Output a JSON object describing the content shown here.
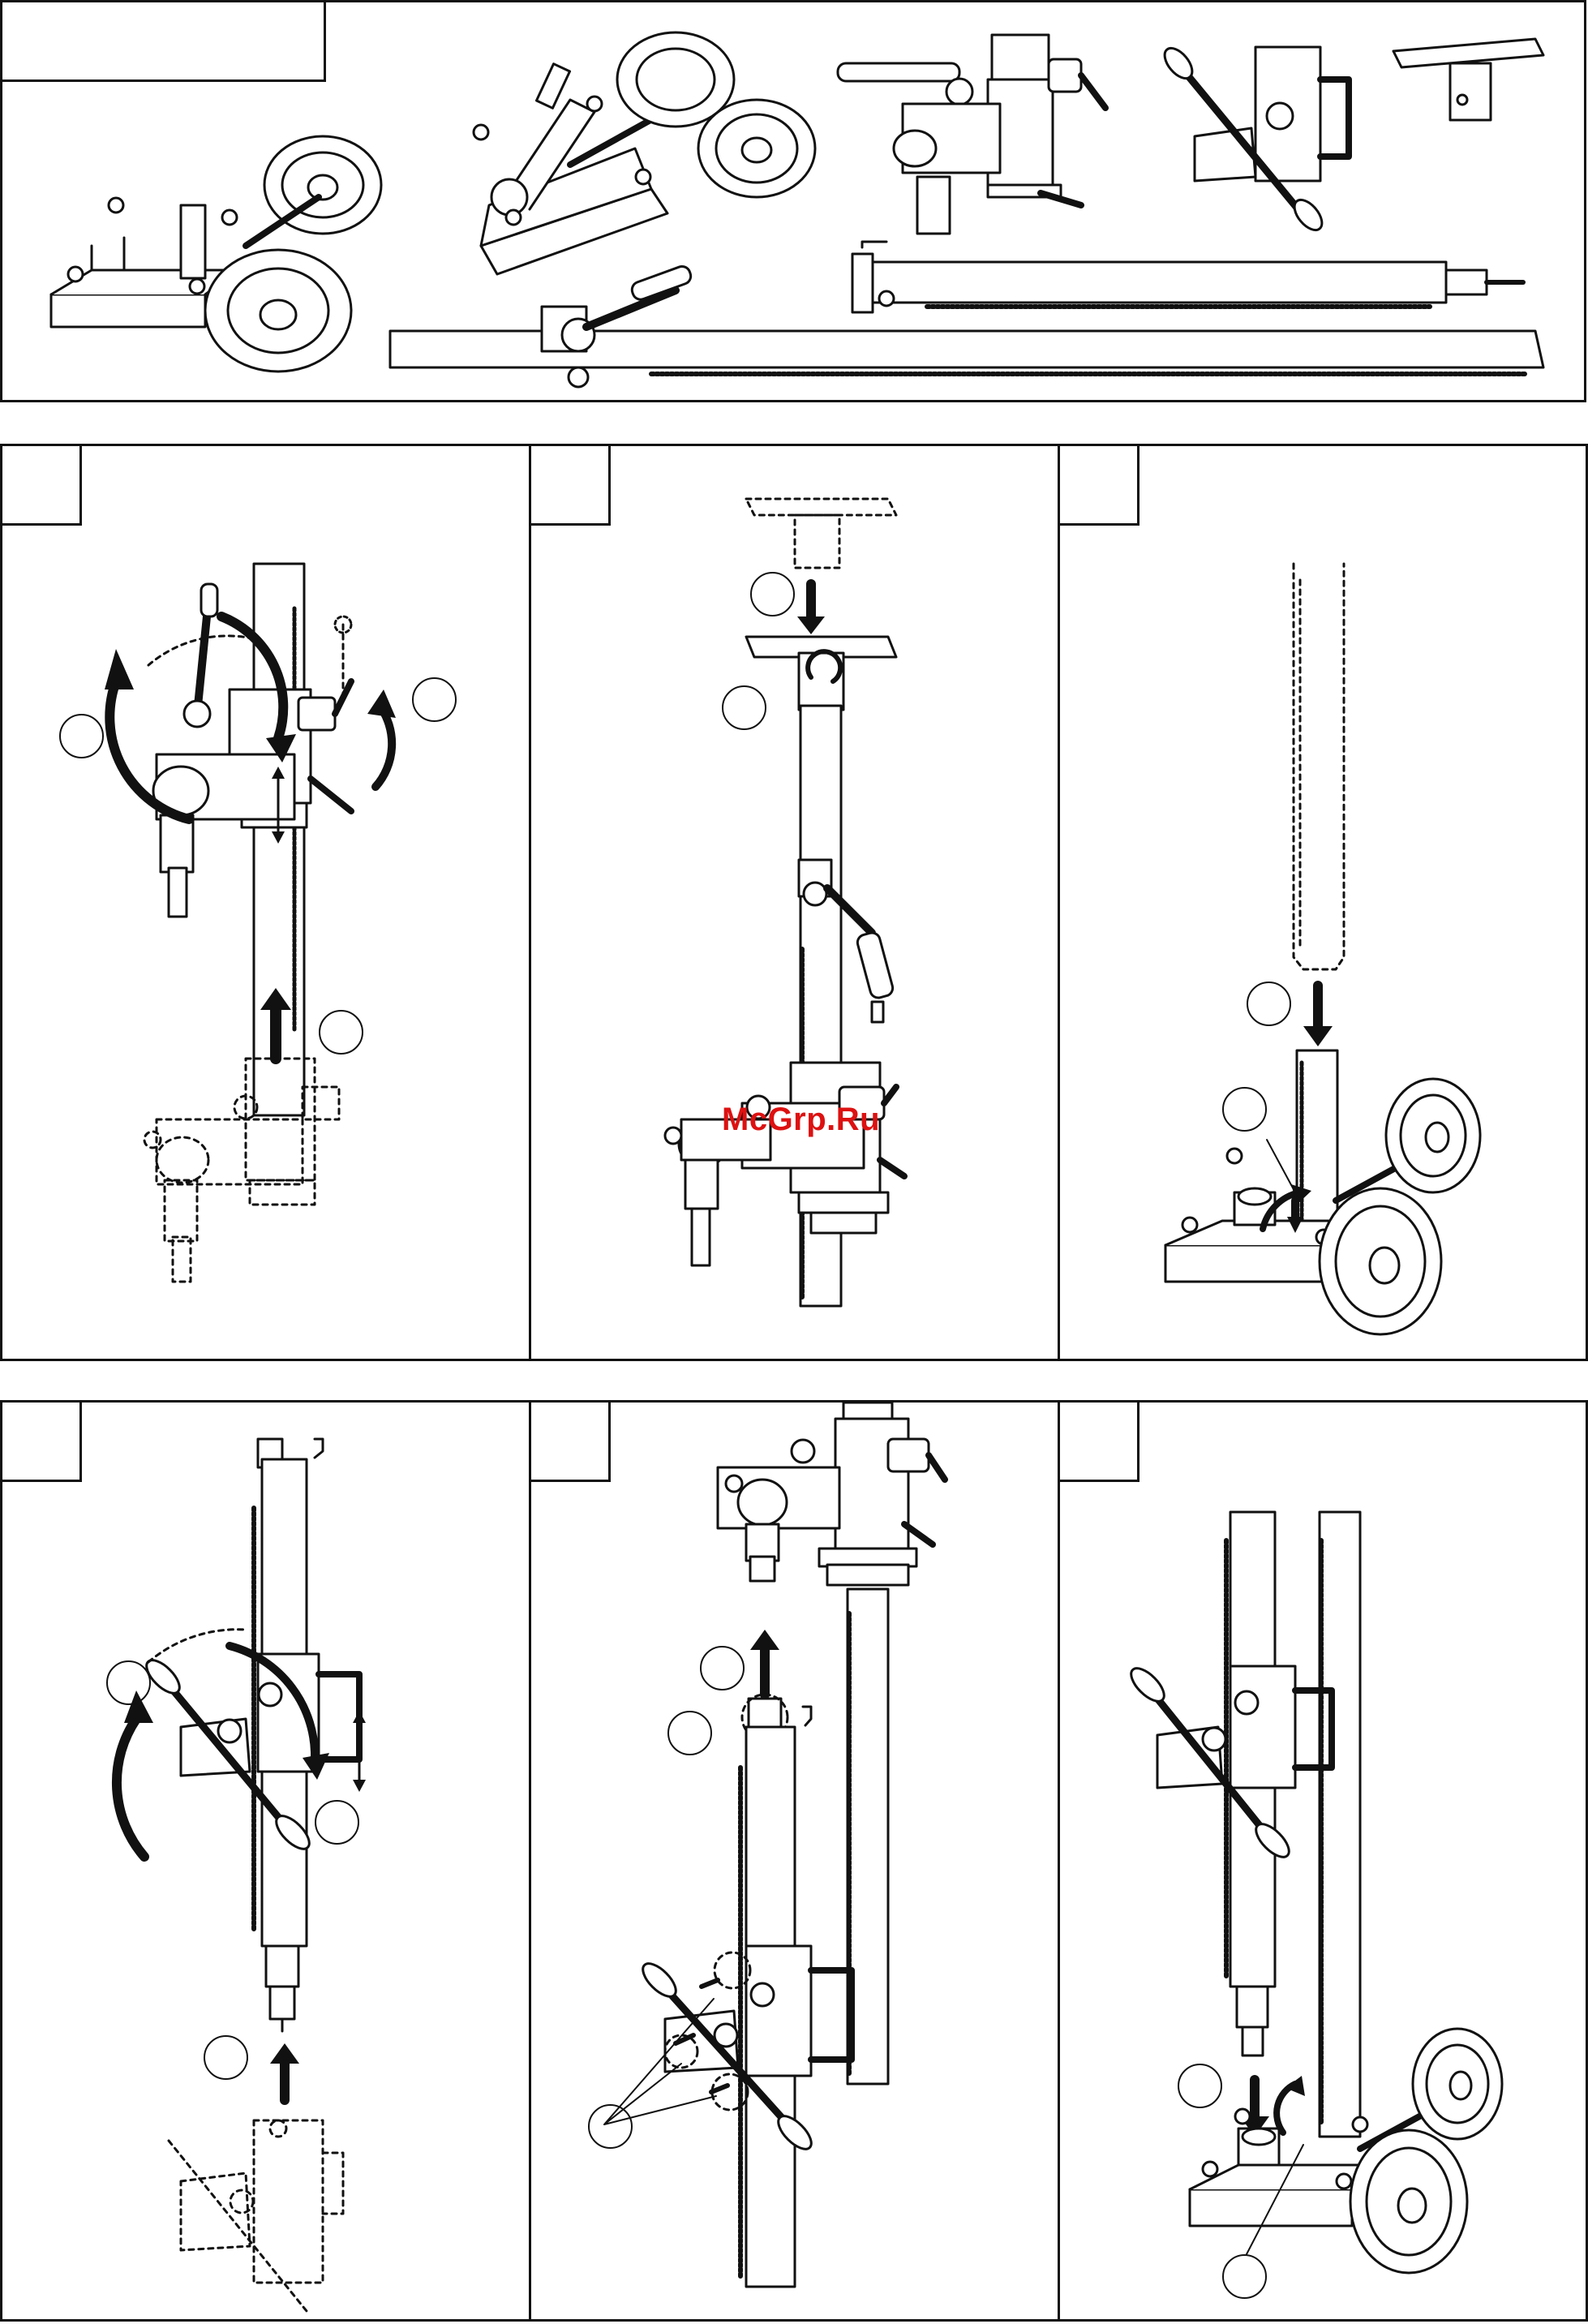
{
  "header_panel": {
    "tag": ""
  },
  "steps": [
    {
      "id": "step-1",
      "tag": "",
      "callouts": [
        "",
        "",
        ""
      ]
    },
    {
      "id": "step-2",
      "tag": "",
      "callouts": [
        "",
        ""
      ]
    },
    {
      "id": "step-3",
      "tag": "",
      "callouts": [
        "",
        ""
      ]
    },
    {
      "id": "step-4",
      "tag": "",
      "callouts": [
        "",
        "",
        ""
      ]
    },
    {
      "id": "step-5",
      "tag": "",
      "callouts": [
        "",
        "",
        ""
      ]
    },
    {
      "id": "step-6",
      "tag": "",
      "callouts": [
        "",
        ""
      ]
    }
  ],
  "watermark": {
    "text": "McGrp.Ru",
    "color": "#dd1111"
  },
  "colors": {
    "line": "#111111",
    "background": "#ffffff",
    "accent": "#dd1111"
  }
}
